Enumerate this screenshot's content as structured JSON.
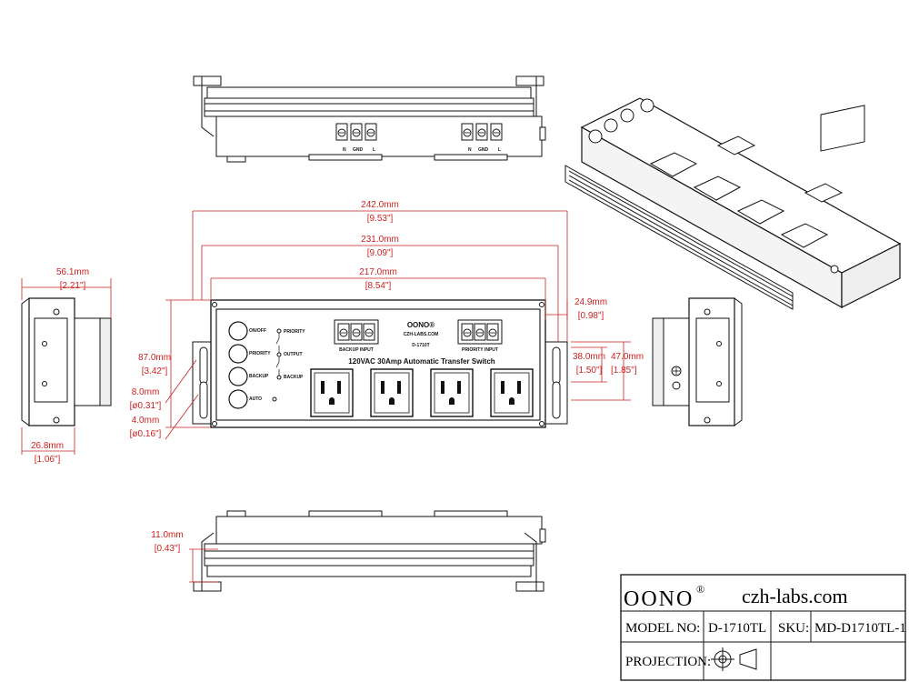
{
  "drawing": {
    "dimensions": {
      "overall_width": {
        "mm": "242.0mm",
        "in": "[9.53\"]"
      },
      "mount_width": {
        "mm": "231.0mm",
        "in": "[9.09\"]"
      },
      "body_width": {
        "mm": "217.0mm",
        "in": "[8.54\"]"
      },
      "depth": {
        "mm": "56.1mm",
        "in": "[2.21\"]"
      },
      "height": {
        "mm": "87.0mm",
        "in": "[3.42\"]"
      },
      "slot_width": {
        "mm": "8.0mm",
        "in": "[ø0.31\"]"
      },
      "hole_dia": {
        "mm": "4.0mm",
        "in": "[ø0.16\"]"
      },
      "side_offset": {
        "mm": "26.8mm",
        "in": "[1.06\"]"
      },
      "bracket_width": {
        "mm": "24.9mm",
        "in": "[0.98\"]"
      },
      "slot_spacing": {
        "mm": "38.0mm",
        "in": "[1.50\"]"
      },
      "bracket_height": {
        "mm": "47.0mm",
        "in": "[1.85\"]"
      },
      "flange_height": {
        "mm": "11.0mm",
        "in": "[0.43\"]"
      }
    },
    "panel": {
      "buttons": [
        "ON/OFF",
        "PRIORITY",
        "BACKUP",
        "AUTO"
      ],
      "indicators": [
        "PRIORITY",
        "OUTPUT",
        "BACKUP"
      ],
      "backup_input": "BACKUP INPUT",
      "priority_input": "PRIORITY INPUT",
      "brand": "OONO®",
      "website": "CZH-LABS.COM",
      "model": "D-1710T",
      "caption": "120VAC 30Amp Automatic Transfer Switch",
      "terminal_labels": [
        "N",
        "GND",
        "L"
      ]
    }
  },
  "title_block": {
    "brand": "OONO",
    "reg": "®",
    "website": "czh-labs.com",
    "model_label": "MODEL NO:",
    "model_value": "D-1710TL",
    "sku_label": "SKU:",
    "sku_value": "MD-D1710TL-1",
    "projection_label": "PROJECTION:"
  }
}
